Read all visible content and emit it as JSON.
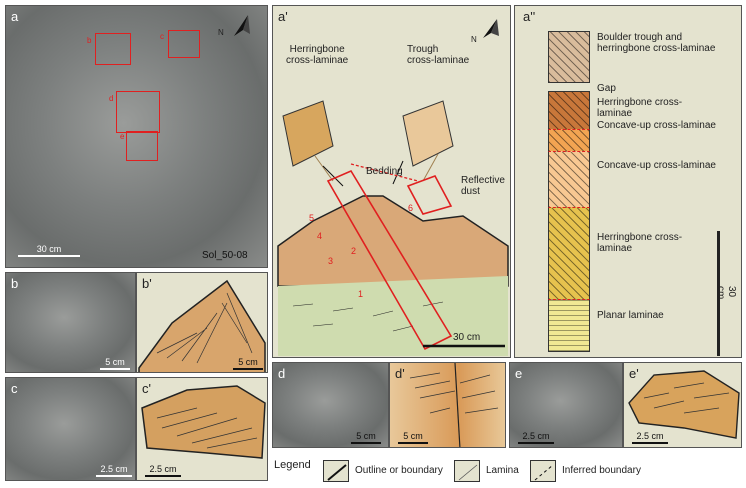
{
  "panels": {
    "a": {
      "label": "a",
      "scale": "30 cm",
      "sol": "Sol_50-08",
      "north": "N",
      "boxes": [
        "b",
        "c",
        "d",
        "e"
      ]
    },
    "b": {
      "label": "b",
      "scale": "5 cm"
    },
    "b_prime": {
      "label": "b'",
      "scale": "5 cm"
    },
    "c": {
      "label": "c",
      "scale": "2.5 cm"
    },
    "c_prime": {
      "label": "c'",
      "scale": "2.5 cm"
    },
    "d": {
      "label": "d",
      "scale": "5 cm"
    },
    "d_prime": {
      "label": "d'",
      "scale": "5 cm"
    },
    "e": {
      "label": "e",
      "scale": "2.5 cm"
    },
    "e_prime": {
      "label": "e'",
      "scale": "2.5 cm"
    },
    "a_prime": {
      "label": "a'",
      "north": "N",
      "herringbone": "Herringbone\ncross-laminae",
      "trough": "Trough\ncross-laminae",
      "bedding": "Bedding",
      "dust": "Reflective\ndust",
      "scale": "30 cm",
      "numbers": [
        "1",
        "2",
        "3",
        "4",
        "5",
        "6"
      ]
    },
    "a_double_prime": {
      "label": "a''",
      "scale": "30 cm",
      "gap": "Gap",
      "layers": [
        {
          "name": "Boulder trough and herringbone cross-laminae",
          "color": "#d9bc9c"
        },
        {
          "name": "Herringbone cross-laminae",
          "color": "#c8773a"
        },
        {
          "name": "Concave-up cross-laminae",
          "color": "#f2a452"
        },
        {
          "name": "Concave-up cross-laminae",
          "color": "#f8c892"
        },
        {
          "name": "Herringbone cross-laminae",
          "color": "#e6c24e"
        },
        {
          "name": "Planar laminae",
          "color": "#f1e993"
        }
      ]
    }
  },
  "legend": {
    "title": "Legend",
    "items": [
      "Outline or boundary",
      "Lamina",
      "Inferred boundary"
    ]
  }
}
